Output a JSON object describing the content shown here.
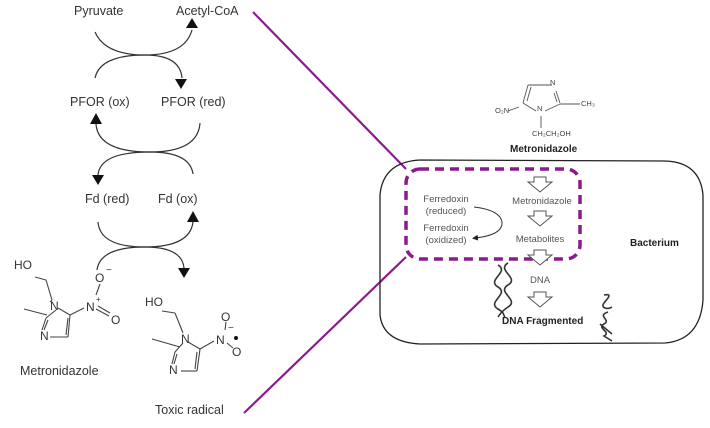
{
  "colors": {
    "accent": "#8b1a8f",
    "ink": "#333333",
    "membrane": "#222222"
  },
  "left_pathway": {
    "nodes": {
      "pyruvate": "Pyruvate",
      "acetyl_coa": "Acetyl-CoA",
      "pfor_ox": "PFOR (ox)",
      "pfor_red": "PFOR (red)",
      "fd_red": "Fd (red)",
      "fd_ox": "Fd (ox)",
      "metronidazole": "Metronidazole",
      "toxic_radical": "Toxic radical"
    },
    "metronidazole_structure": {
      "atoms": [
        "HO",
        "N",
        "N",
        "N",
        "+",
        "O",
        "−",
        "O"
      ]
    },
    "radical_structure": {
      "atoms": [
        "HO",
        "N",
        "N",
        "N",
        "O",
        "−",
        "O",
        "•"
      ]
    }
  },
  "right_panel": {
    "drug_structure": {
      "name": "Metronidazole",
      "atoms": [
        "N",
        "N",
        "O₂N",
        "CH₃",
        "CH₂CH₂OH"
      ]
    },
    "cell_label": "Bacterium",
    "highlight_box": {
      "ferredoxin_reduced": [
        "Ferredoxin",
        "(reduced)"
      ],
      "ferredoxin_oxidized": [
        "Ferredoxin",
        "(oxidized)"
      ],
      "metronidazole": "Metronidazole",
      "metabolites": "Metabolites"
    },
    "dna": "DNA",
    "dna_fragmented": "DNA Fragmented"
  }
}
